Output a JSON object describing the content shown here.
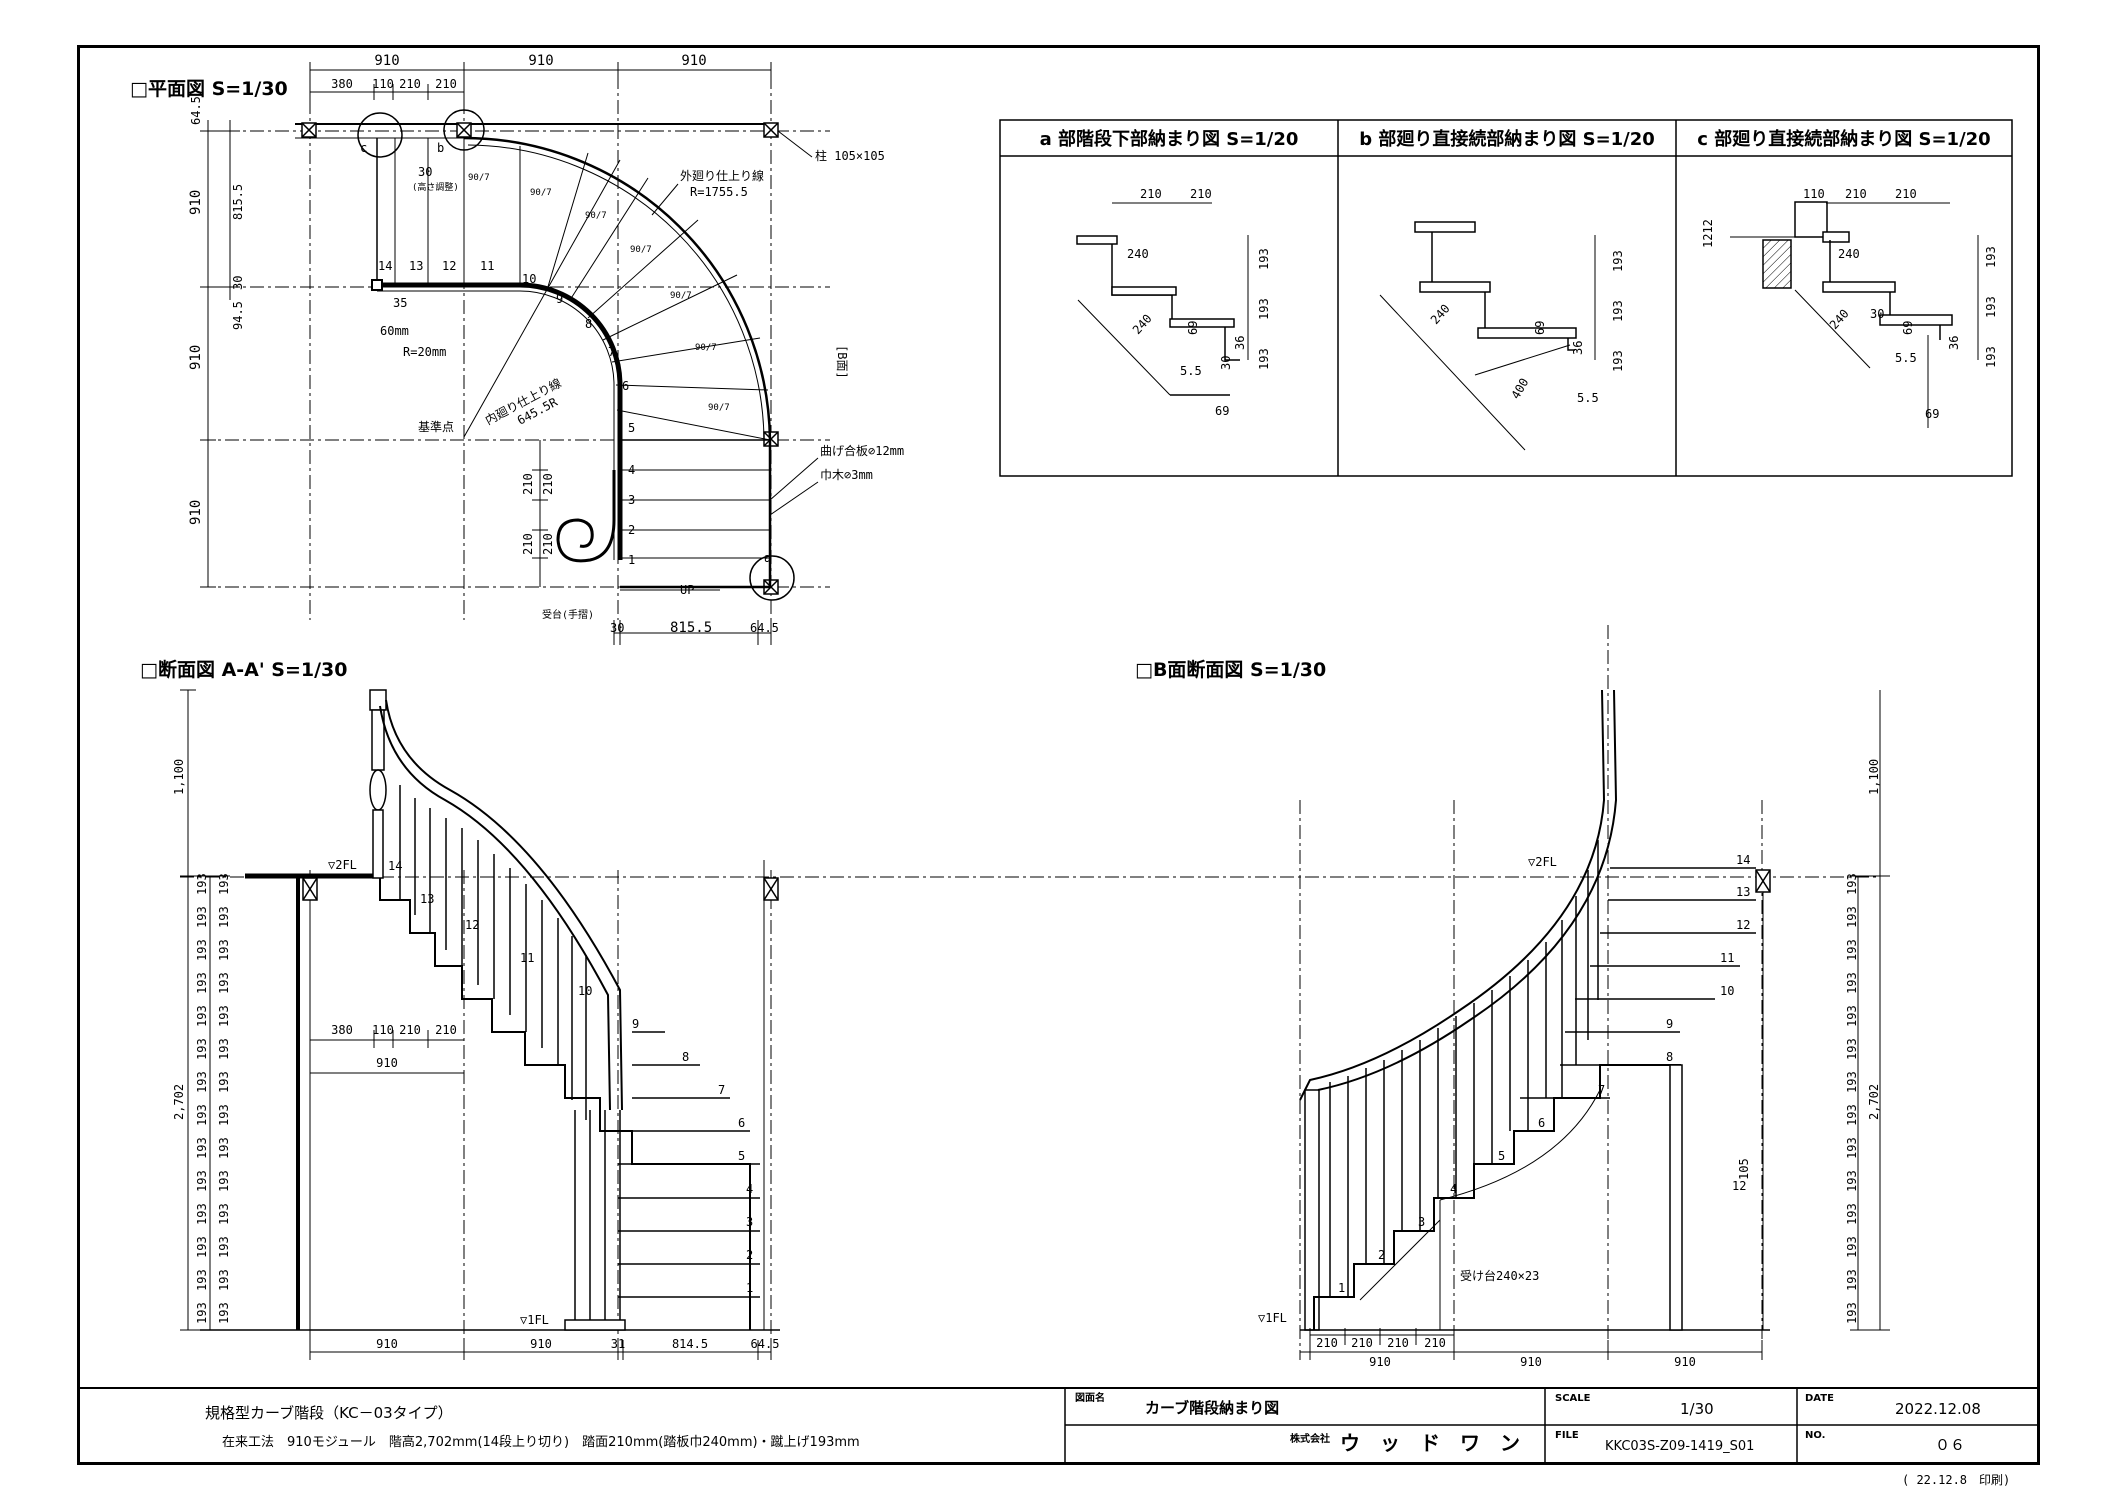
{
  "plan": {
    "title": "□平面図 S=1/30",
    "top_dims": [
      "910",
      "910",
      "910"
    ],
    "top_sub_dims": [
      "380",
      "110",
      "210",
      "210"
    ],
    "left_dims": [
      "64.5",
      "910",
      "815.5",
      "30",
      "94.5",
      "910",
      "910"
    ],
    "bottom_dims": [
      "30",
      "815.5",
      "64.5"
    ],
    "step_numbers": [
      "1",
      "2",
      "3",
      "4",
      "5",
      "6",
      "7",
      "8",
      "9",
      "10",
      "11",
      "12",
      "13",
      "14"
    ],
    "labels": {
      "post": "柱 105×105",
      "outer_line": "外廻り仕上り線",
      "outer_r": "R=1755.5",
      "inner_line": "内廻り仕上り線",
      "inner_r": "645.5R",
      "base_point": "基準点",
      "r20": "R=20mm",
      "w60": "60mm",
      "dim30": "30",
      "dim30_note": "(高さ調整)",
      "dim35": "35",
      "plywood": "曲げ合板⊘12mm",
      "width_board": "巾木⊘3mm",
      "b_face": "[B面]",
      "up": "UP",
      "handrail_base": "受台(手摺)",
      "angle": "90/7",
      "mark_a": "a",
      "mark_b": "b",
      "mark_c": "c",
      "left_210": [
        "210",
        "210",
        "210",
        "210"
      ]
    }
  },
  "details": {
    "a": {
      "title": "a 部階段下部納まり図 S=1/20",
      "dims": [
        "210",
        "210",
        "240",
        "240",
        "69",
        "36",
        "30",
        "5.5",
        "193",
        "193",
        "193",
        "69"
      ]
    },
    "b": {
      "title": "b 部廻り直接続部納まり図 S=1/20",
      "dims": [
        "240",
        "69",
        "36",
        "400",
        "5.5",
        "193",
        "193",
        "193"
      ]
    },
    "c": {
      "title": "c 部廻り直接続部納まり図 S=1/20",
      "dims": [
        "110",
        "210",
        "210",
        "240",
        "240",
        "30",
        "69",
        "5.5",
        "36",
        "193",
        "193",
        "193",
        "69",
        "1212"
      ]
    }
  },
  "section_a": {
    "title": "□断面図 A-A' S=1/30",
    "fl2": "▽2FL",
    "fl1": "▽1FL",
    "height_top": "1,100",
    "height_total": "2,702",
    "riser": "193",
    "inner_dims": [
      "380",
      "110",
      "210",
      "210"
    ],
    "inner_910": "910",
    "bottom_dims": [
      "910",
      "910",
      "31",
      "814.5",
      "64.5"
    ],
    "step_numbers": [
      "1",
      "2",
      "3",
      "4",
      "5",
      "6",
      "7",
      "8",
      "9",
      "10",
      "11",
      "12",
      "13",
      "14"
    ]
  },
  "section_b": {
    "title": "□B面断面図 S=1/30",
    "fl2": "▽2FL",
    "fl1": "▽1FL",
    "height_top": "1,100",
    "height_total": "2,702",
    "riser": "193",
    "base_label": "受け台240×23",
    "dim_105": "105",
    "dim_12": "12",
    "bottom_dims": [
      "210",
      "210",
      "210",
      "210"
    ],
    "bottom_910": [
      "910",
      "910",
      "910"
    ],
    "step_numbers": [
      "1",
      "2",
      "3",
      "4",
      "5",
      "6",
      "7",
      "8",
      "9",
      "10",
      "11",
      "12",
      "13",
      "14"
    ]
  },
  "title_block": {
    "product": "規格型カーブ階段（KC－03タイプ）",
    "spec": "在来工法　910モジュール　階高2,702mm(14段上り切り)　踏面210mm(踏板巾240mm)・蹴上げ193mm",
    "drawing_label": "図面名",
    "drawing_name": "カーブ階段納まり図",
    "scale_label": "SCALE",
    "scale": "1/30",
    "date_label": "DATE",
    "date": "2022.12.08",
    "company_label": "株式会社",
    "company": "ウ　ッ　ド　ワ　ン",
    "file_label": "FILE",
    "file": "KKC03S-Z09-1419_S01",
    "no_label": "NO.",
    "no": "０６",
    "print_note": "( 22.12.8　印刷)"
  }
}
